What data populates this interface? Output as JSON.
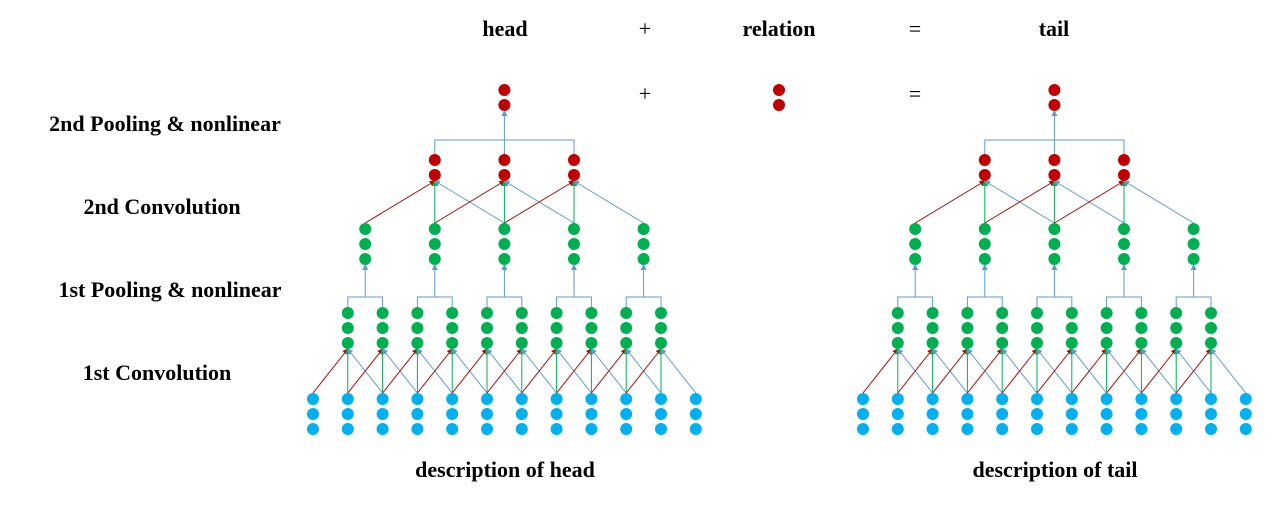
{
  "equation": {
    "head": "head",
    "plus": "+",
    "relation": "relation",
    "equals": "=",
    "tail": "tail"
  },
  "layer_labels": [
    "2nd Pooling & nonlinear",
    "2nd Convolution",
    "1st Pooling & nonlinear",
    "1st Convolution"
  ],
  "captions": {
    "head": "description of head",
    "tail": "description of tail"
  },
  "colors": {
    "input_node": "#00b0f0",
    "hidden_node": "#00b050",
    "output_node": "#c00000",
    "edge_blue": "#5b9bd5",
    "edge_green": "#00b050",
    "edge_red": "#c00000"
  }
}
